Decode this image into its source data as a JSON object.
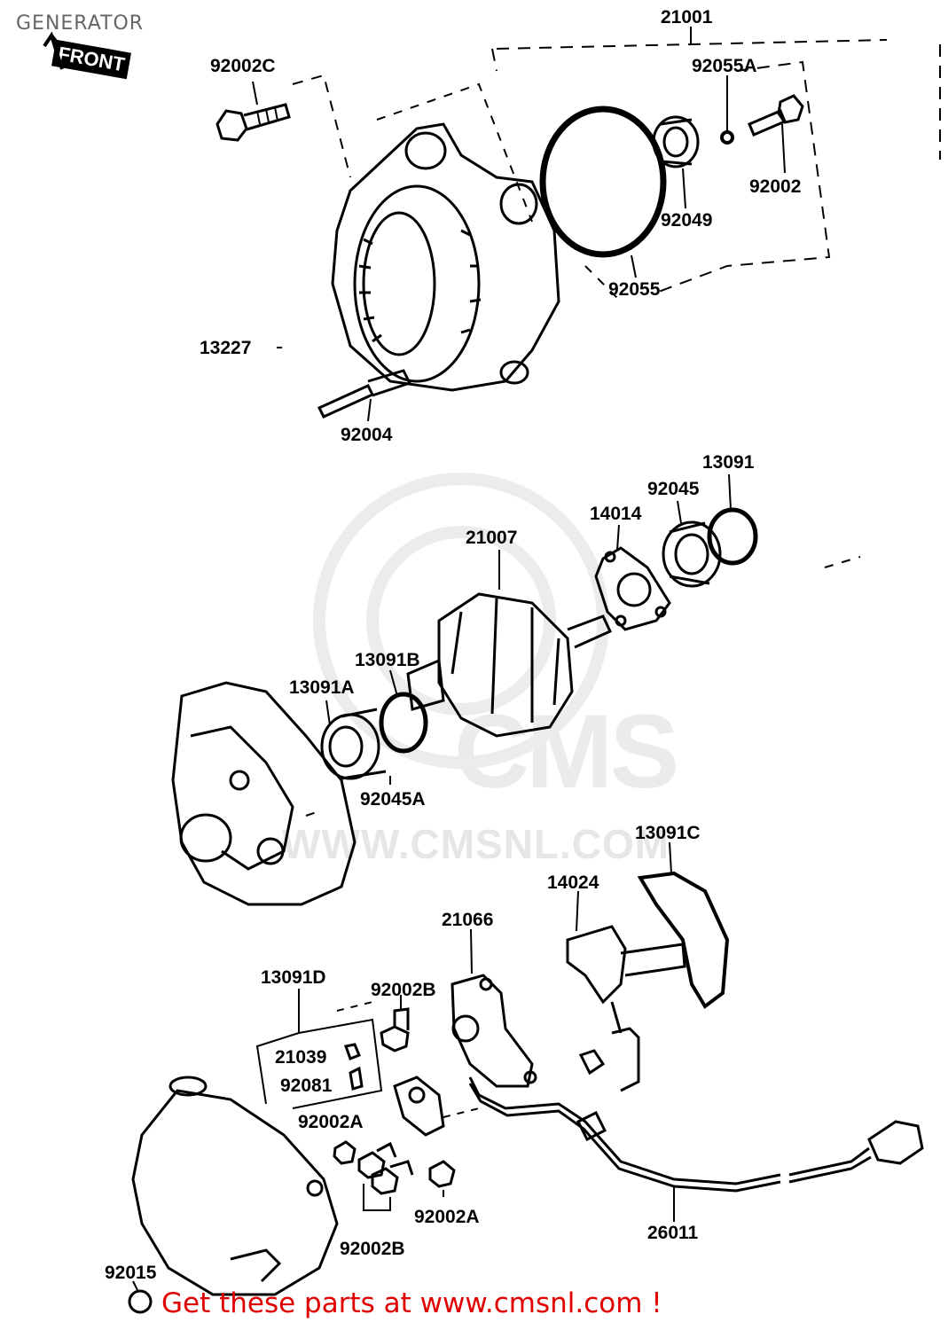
{
  "page": {
    "title": "GENERATOR",
    "footer": "Get these parts at www.cmsnl.com !",
    "watermark_url": "WWW.CMSNL.COM",
    "watermark_logo": "CMS",
    "front_badge": "FRONT"
  },
  "colors": {
    "title": "#666666",
    "footer": "#e00000",
    "ink": "#000000",
    "watermark": "#e6e6e6"
  },
  "labels": {
    "p21001": "21001",
    "p92002C": "92002C",
    "p92055A": "92055A",
    "p92002": "92002",
    "p92049": "92049",
    "p92055": "92055",
    "p13227": "13227",
    "p92004": "92004",
    "p13091": "13091",
    "p92045": "92045",
    "p14014": "14014",
    "p21007": "21007",
    "p13091B": "13091B",
    "p13091A": "13091A",
    "p92045A": "92045A",
    "p13091C": "13091C",
    "p14024": "14024",
    "p21066": "21066",
    "p13091D": "13091D",
    "p92002B_top": "92002B",
    "p21039": "21039",
    "p92081": "92081",
    "p92002A_left": "92002A",
    "p92002A_right": "92002A",
    "p92002B_bottom": "92002B",
    "p26011": "26011",
    "p92015": "92015"
  }
}
